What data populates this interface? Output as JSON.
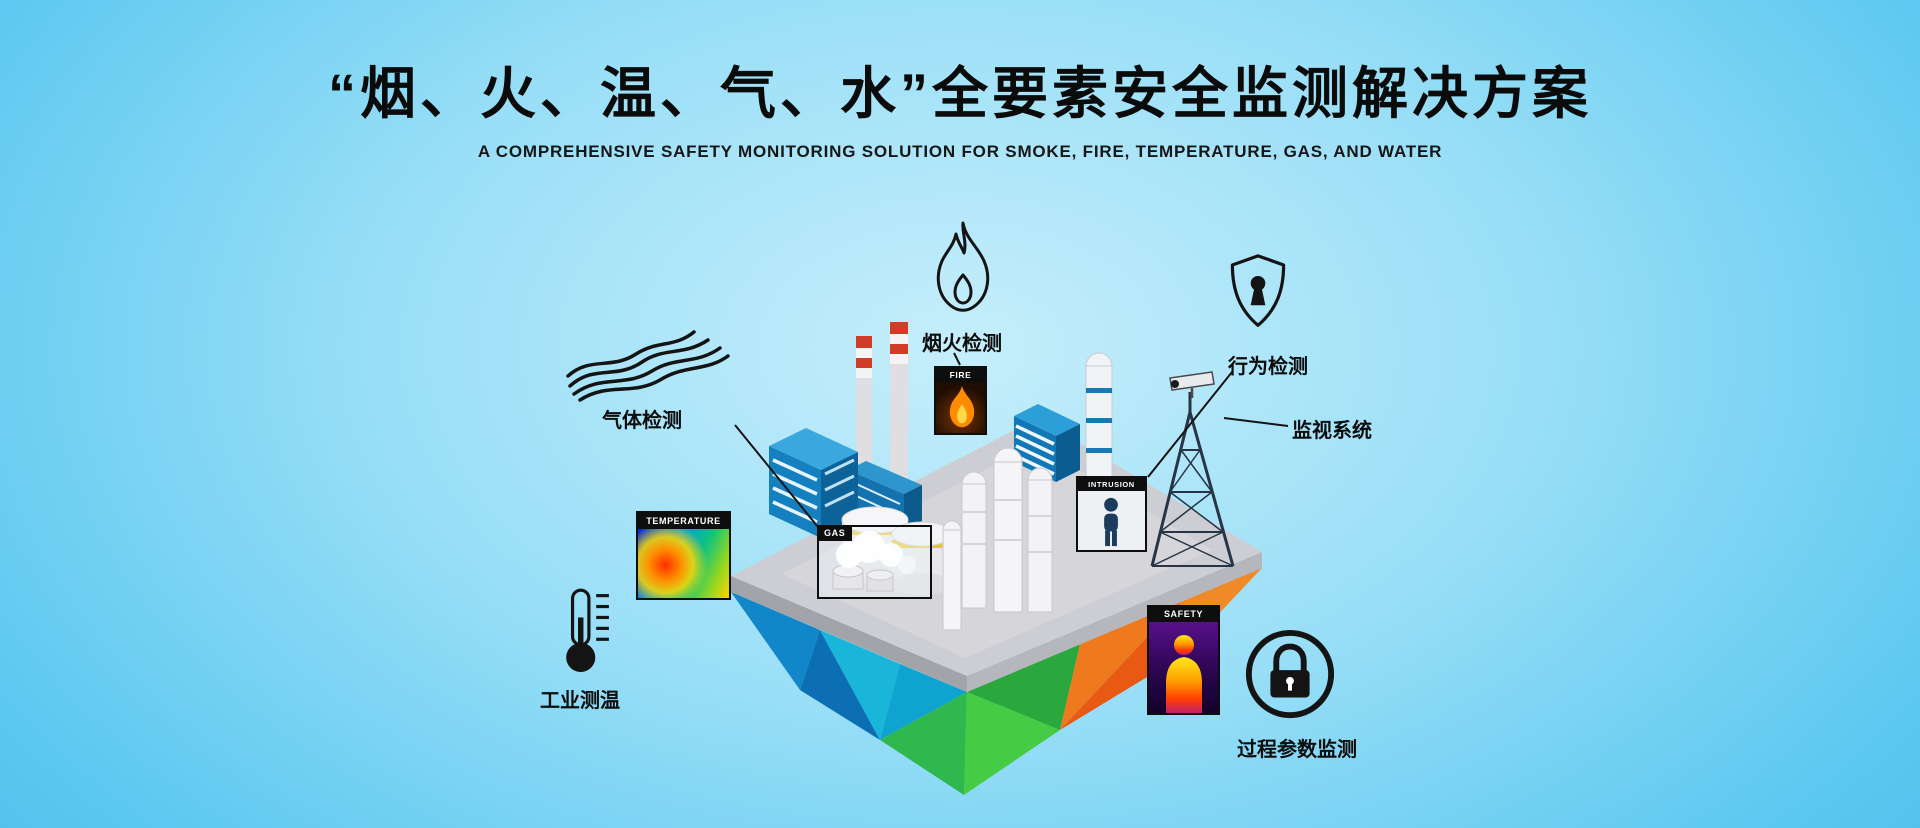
{
  "header": {
    "title": "“烟、火、温、气、水”全要素安全监测解决方案",
    "subtitle": "A COMPREHENSIVE SAFETY MONITORING SOLUTION FOR SMOKE, FIRE, TEMPERATURE, GAS, AND WATER"
  },
  "callouts": {
    "gas_detection": {
      "label": "气体检测",
      "icon": "gas-waves-icon"
    },
    "smoke_fire_detection": {
      "label": "烟火检测",
      "icon": "flame-outline-icon"
    },
    "behavior_detection": {
      "label": "行为检测",
      "icon": "shield-keyhole-icon"
    },
    "surveillance_system": {
      "label": "监视系统",
      "icon": "cctv-camera-icon"
    },
    "industrial_temperature": {
      "label": "工业测温",
      "icon": "thermometer-icon"
    },
    "process_parameter_monitoring": {
      "label": "过程参数监测",
      "icon": "padlock-circle-icon"
    }
  },
  "scene_panels": {
    "fire": {
      "label": "FIRE"
    },
    "temperature": {
      "label": "TEMPERATURE"
    },
    "gas": {
      "label": "GAS"
    },
    "intrusion": {
      "label": "INTRUSION"
    },
    "safety": {
      "label": "SAFETY"
    }
  },
  "colors": {
    "background_center": "#c6eefb",
    "background_edge": "#3db5e6",
    "text": "#0b0b0b",
    "island_top": "#cdced3",
    "underside_blue": "#0c6fb4",
    "underside_teal": "#19b6da",
    "underside_green": "#2fb84e",
    "underside_orange": "#e85a14",
    "building_blue": "#1580bf",
    "chimney_red": "#d23b28",
    "tank_yellow": "#e6c62e",
    "panel_frame": "#0e0e0e"
  }
}
